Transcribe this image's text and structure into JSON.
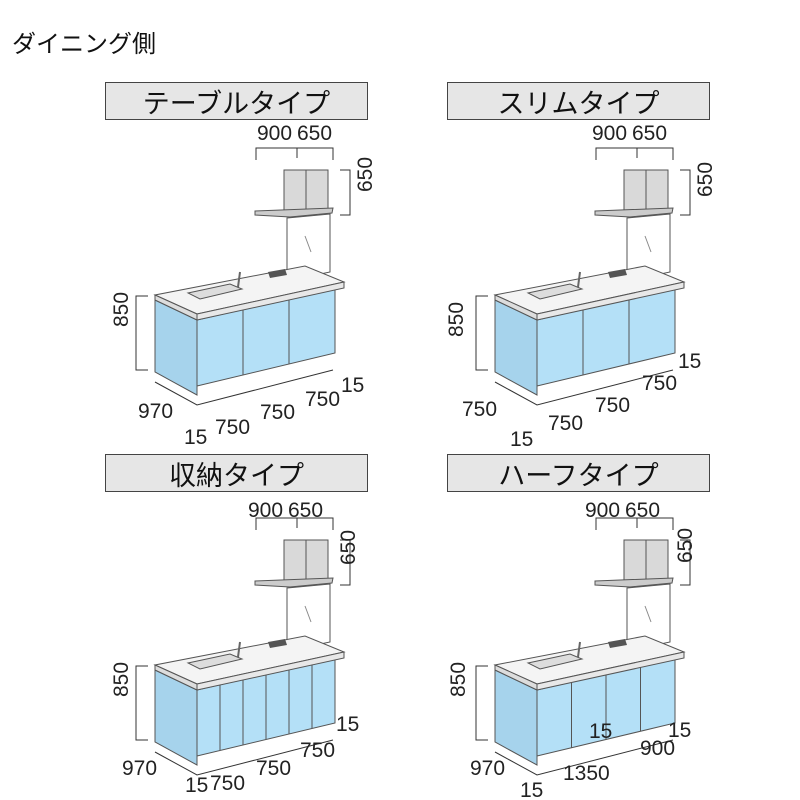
{
  "heading": "ダイニング側",
  "colors": {
    "door": "#b4e0f7",
    "side": "#a6d3ec",
    "hood": "#d9d9d9",
    "line": "#555555",
    "title_bg": "#e6e6e6"
  },
  "panels": [
    {
      "title": "テーブルタイプ",
      "dims": {
        "hood_width_a": "900",
        "hood_width_b": "650",
        "hood_height": "650",
        "height": "850",
        "depth": "970",
        "side_left": "15",
        "widths": [
          "750",
          "750",
          "750"
        ],
        "side_right": "15"
      }
    },
    {
      "title": "スリムタイプ",
      "dims": {
        "hood_width_a": "900",
        "hood_width_b": "650",
        "hood_height": "650",
        "height": "850",
        "depth": "750",
        "side_left": "15",
        "widths": [
          "750",
          "750",
          "750"
        ],
        "side_right": "15"
      }
    },
    {
      "title": "収納タイプ",
      "dims": {
        "hood_width_a": "900",
        "hood_width_b": "650",
        "hood_height": "650",
        "height": "850",
        "depth": "970",
        "side_left": "15",
        "widths": [
          "750",
          "750",
          "750"
        ],
        "side_right": "15"
      }
    },
    {
      "title": "ハーフタイプ",
      "dims": {
        "hood_width_a": "900",
        "hood_width_b": "650",
        "hood_height": "650",
        "height": "850",
        "depth": "970",
        "side_left": "15",
        "widths": [
          "1350",
          "15",
          "900"
        ],
        "side_right": "15"
      }
    }
  ]
}
